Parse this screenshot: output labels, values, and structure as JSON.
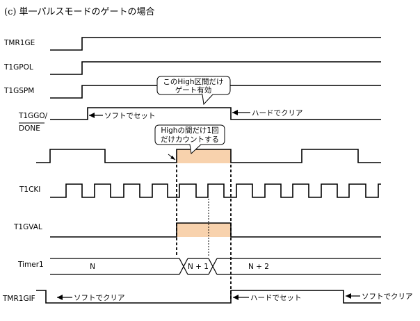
{
  "title": "(c) 単一パルスモードのゲートの場合",
  "signals": {
    "tmr1ge": "TMR1GE",
    "t1gpol": "T1GPOL",
    "t1gspm": "T1GSPM",
    "t1ggo": "T1GGO/",
    "done": "DONE",
    "t1cki": "T1CKI",
    "t1gval": "T1GVAL",
    "timer1": "Timer1",
    "tmr1gif": "TMR1GIF"
  },
  "callouts": {
    "high_gate_line1": "このHigh区間だけ",
    "high_gate_line2": "ゲート有効",
    "count_line1": "Highの間だけ1回",
    "count_line2": "だけカウントする"
  },
  "annotations": {
    "t1ggo_set": "ソフトでセット",
    "t1ggo_clear": "ハードでクリア",
    "gif_clear_soft_1": "ソフトでクリア",
    "gif_set_hard": "ハードでセット",
    "gif_clear_soft_2": "ソフトでクリア"
  },
  "timer1_values": {
    "v0": "N",
    "v1": "N + 1",
    "v2": "N + 2"
  },
  "colors": {
    "line": "#000000",
    "highlight": "#f8d2ad"
  }
}
